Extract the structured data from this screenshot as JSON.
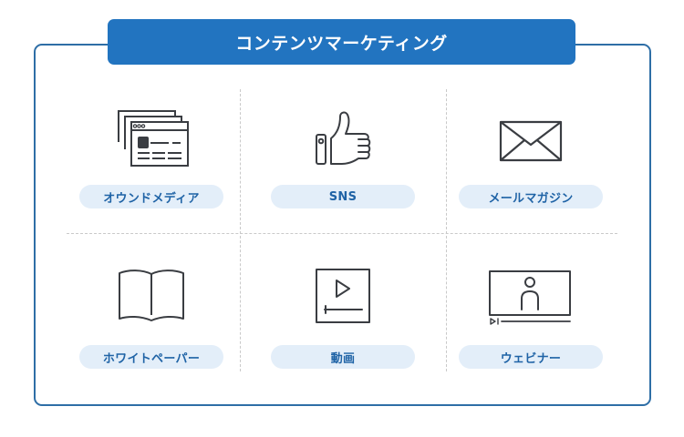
{
  "title": "コンテンツマーケティング",
  "colors": {
    "banner_bg": "#2274c0",
    "banner_text": "#ffffff",
    "frame_border": "#2e6ea6",
    "pill_bg": "#e3eef9",
    "pill_text": "#1f63a6",
    "icon_stroke": "#3a3d42",
    "divider": "#c9c9c9"
  },
  "items": [
    {
      "label": "オウンドメディア",
      "icon": "web-pages-icon"
    },
    {
      "label": "SNS",
      "icon": "thumbs-up-icon"
    },
    {
      "label": "メールマガジン",
      "icon": "envelope-icon"
    },
    {
      "label": "ホワイトペーパー",
      "icon": "open-book-icon"
    },
    {
      "label": "動画",
      "icon": "video-player-icon"
    },
    {
      "label": "ウェビナー",
      "icon": "webinar-icon"
    }
  ]
}
